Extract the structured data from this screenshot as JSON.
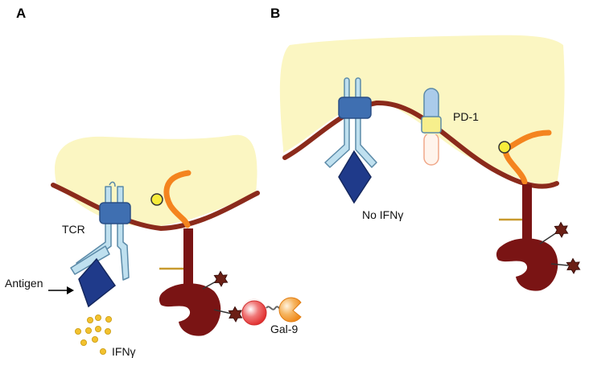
{
  "panels": {
    "a": {
      "label": "A",
      "tcr_label": "TCR",
      "antigen_label": "Antigen",
      "ifn_label": "IFNγ",
      "gal9_label": "Gal-9"
    },
    "b": {
      "label": "B",
      "no_ifn_label": "No IFNγ",
      "pd1_label": "PD-1"
    }
  },
  "colors": {
    "cytoplasm": "#fbf6c2",
    "membrane": "#8b2a1b",
    "receptor_fill": "#bfe0ef",
    "receptor_stroke": "#5b8aa8",
    "cd3_box": "#3f6fb1",
    "antigen": "#1f3a8a",
    "lipid": "#f4841f",
    "lipid_head": "#f7ec3a",
    "stalk": "#7a1414",
    "glycan": "#6b1f15",
    "ifn_dot": "#f2c12e",
    "gal9_red": "#e23a3a",
    "gal9_orange": "#f39a2f"
  }
}
